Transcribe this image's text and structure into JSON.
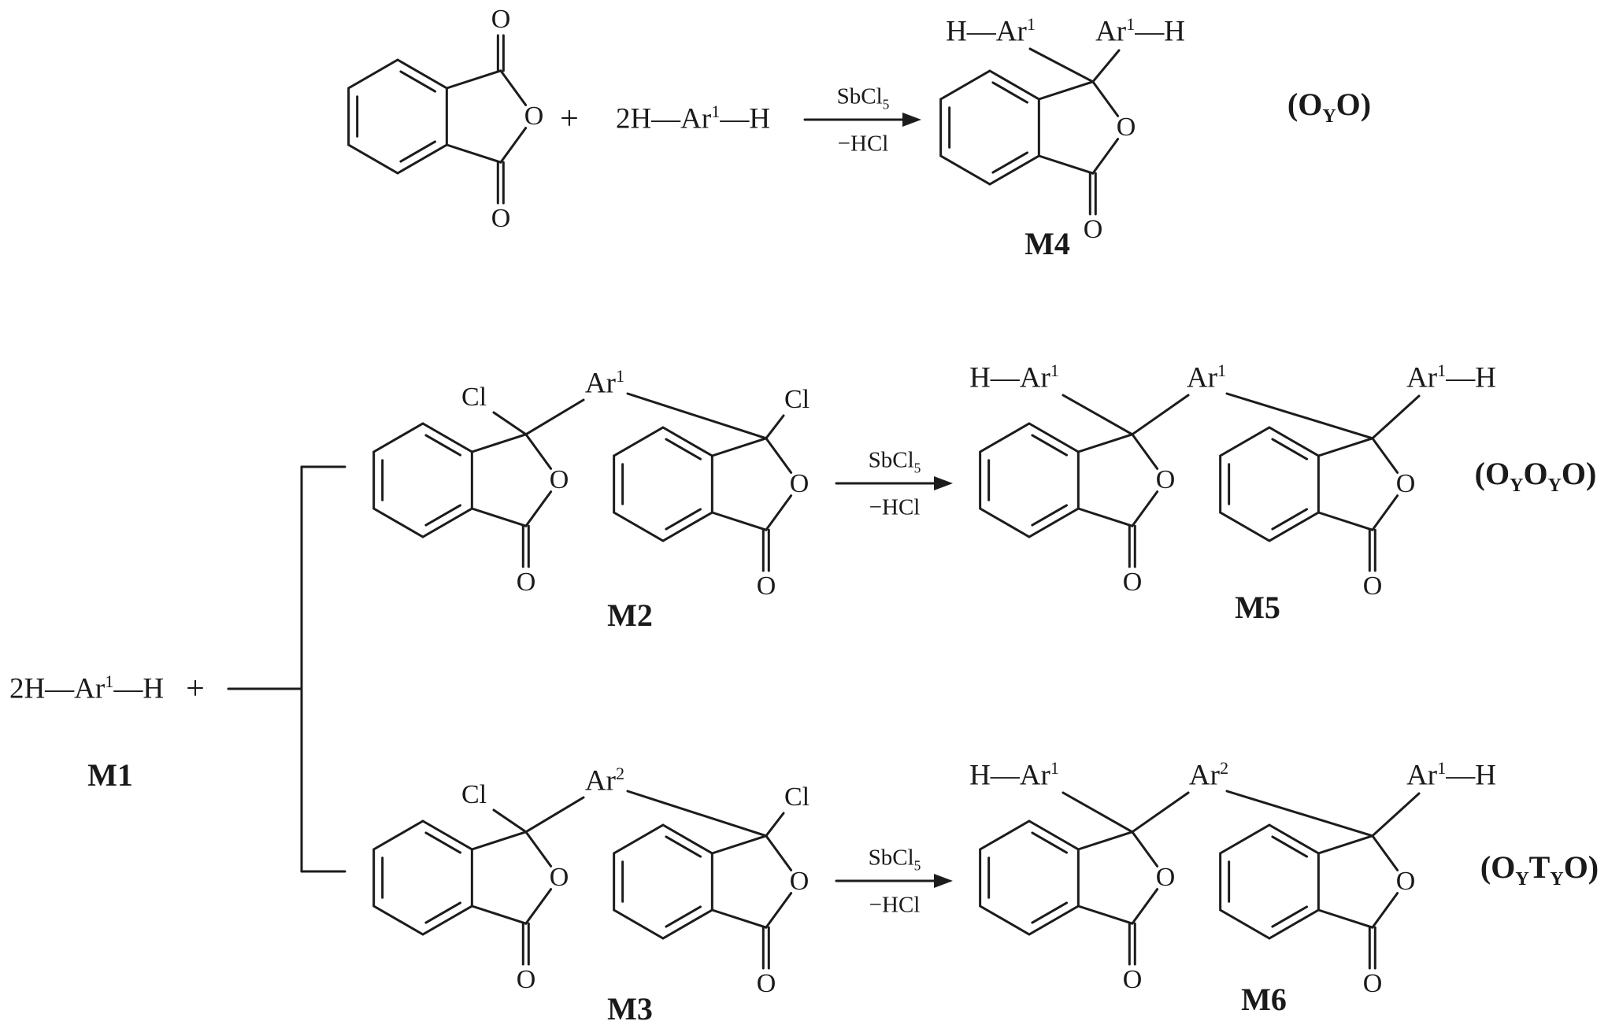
{
  "atoms": {
    "oxygen": "O",
    "chlorine": "Cl"
  },
  "groups": {
    "ar1": {
      "base": "Ar",
      "sup": "1"
    },
    "ar2": {
      "base": "Ar",
      "sup": "2"
    },
    "h_ar1": {
      "pre": "H—Ar",
      "sup": "1"
    },
    "ar1_h": {
      "base": "Ar",
      "sup": "1",
      "post": "—H"
    },
    "monomer": {
      "pre": "2H—Ar",
      "sup": "1",
      "post": "—H"
    }
  },
  "reagents": {
    "catalyst": {
      "base": "SbCl",
      "sub": "5"
    },
    "byproduct": "−HCl"
  },
  "operators": {
    "plus": "+"
  },
  "compound_labels": {
    "m1": "M1",
    "m2": "M2",
    "m3": "M3",
    "m4": "M4",
    "m5": "M5",
    "m6": "M6"
  },
  "product_codes": {
    "oyo": {
      "p1": "(O",
      "s1": "Y",
      "p2": "O)"
    },
    "oyoyo": {
      "p1": "(O",
      "s1": "Y",
      "p2": "O",
      "s2": "Y",
      "p3": "O)"
    },
    "oytyo": {
      "p1": "(O",
      "s1": "Y",
      "p2": "T",
      "s2": "Y",
      "p3": "O)"
    }
  }
}
